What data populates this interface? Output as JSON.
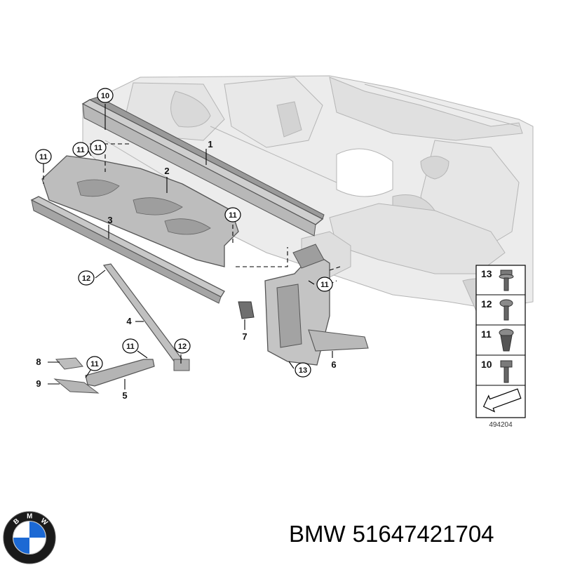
{
  "diagram": {
    "code": "494204",
    "parts": [
      {
        "id": "1",
        "label": "1"
      },
      {
        "id": "2",
        "label": "2"
      },
      {
        "id": "3",
        "label": "3"
      },
      {
        "id": "4",
        "label": "4"
      },
      {
        "id": "5",
        "label": "5"
      },
      {
        "id": "6",
        "label": "6"
      },
      {
        "id": "7",
        "label": "7"
      },
      {
        "id": "8",
        "label": "8"
      },
      {
        "id": "9",
        "label": "9"
      }
    ],
    "callouts": [
      {
        "label": "10"
      },
      {
        "label": "11"
      },
      {
        "label": "11"
      },
      {
        "label": "11"
      },
      {
        "label": "12"
      },
      {
        "label": "11"
      },
      {
        "label": "11"
      },
      {
        "label": "12"
      },
      {
        "label": "11"
      },
      {
        "label": "11"
      },
      {
        "label": "13"
      }
    ],
    "legend": [
      {
        "label": "13",
        "icon": "flange-bolt-icon"
      },
      {
        "label": "12",
        "icon": "screw-icon"
      },
      {
        "label": "11",
        "icon": "expanding-nut-icon"
      },
      {
        "label": "10",
        "icon": "hex-bolt-icon"
      }
    ]
  },
  "brand": {
    "name": "BMW",
    "part_number": "51647421704",
    "logo_letters": "BMW",
    "colors": {
      "logo_blue": "#1c69d4",
      "logo_ring": "#1a1a1a"
    }
  }
}
